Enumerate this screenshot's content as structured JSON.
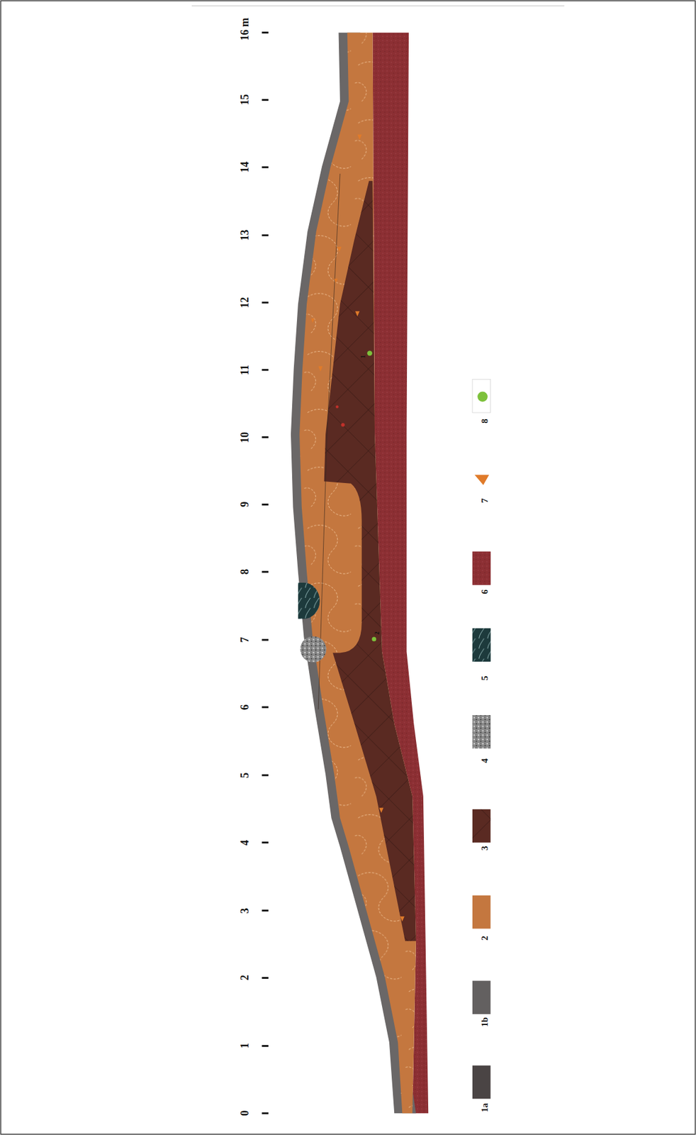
{
  "diagram": {
    "labels": [
      "0",
      "1",
      "2",
      "3",
      "4",
      "5",
      "6",
      "7",
      "8",
      "9",
      "10",
      "11",
      "12",
      "13",
      "14",
      "15",
      "16 m",
      "1",
      "2"
    ],
    "legend": [
      {
        "text": "1a",
        "color": "#4a4444"
      },
      {
        "text": "1b",
        "color": "#636060"
      },
      {
        "text": "2",
        "color": "#c4773f"
      },
      {
        "text": "3",
        "color": "#5a2a22"
      },
      {
        "text": "4",
        "color": "#8a8a8a"
      },
      {
        "text": "5",
        "color": "#1d3a3c"
      },
      {
        "text": "6",
        "color": "#8b2e33"
      },
      {
        "text": "7"
      },
      {
        "text": "8"
      }
    ]
  }
}
